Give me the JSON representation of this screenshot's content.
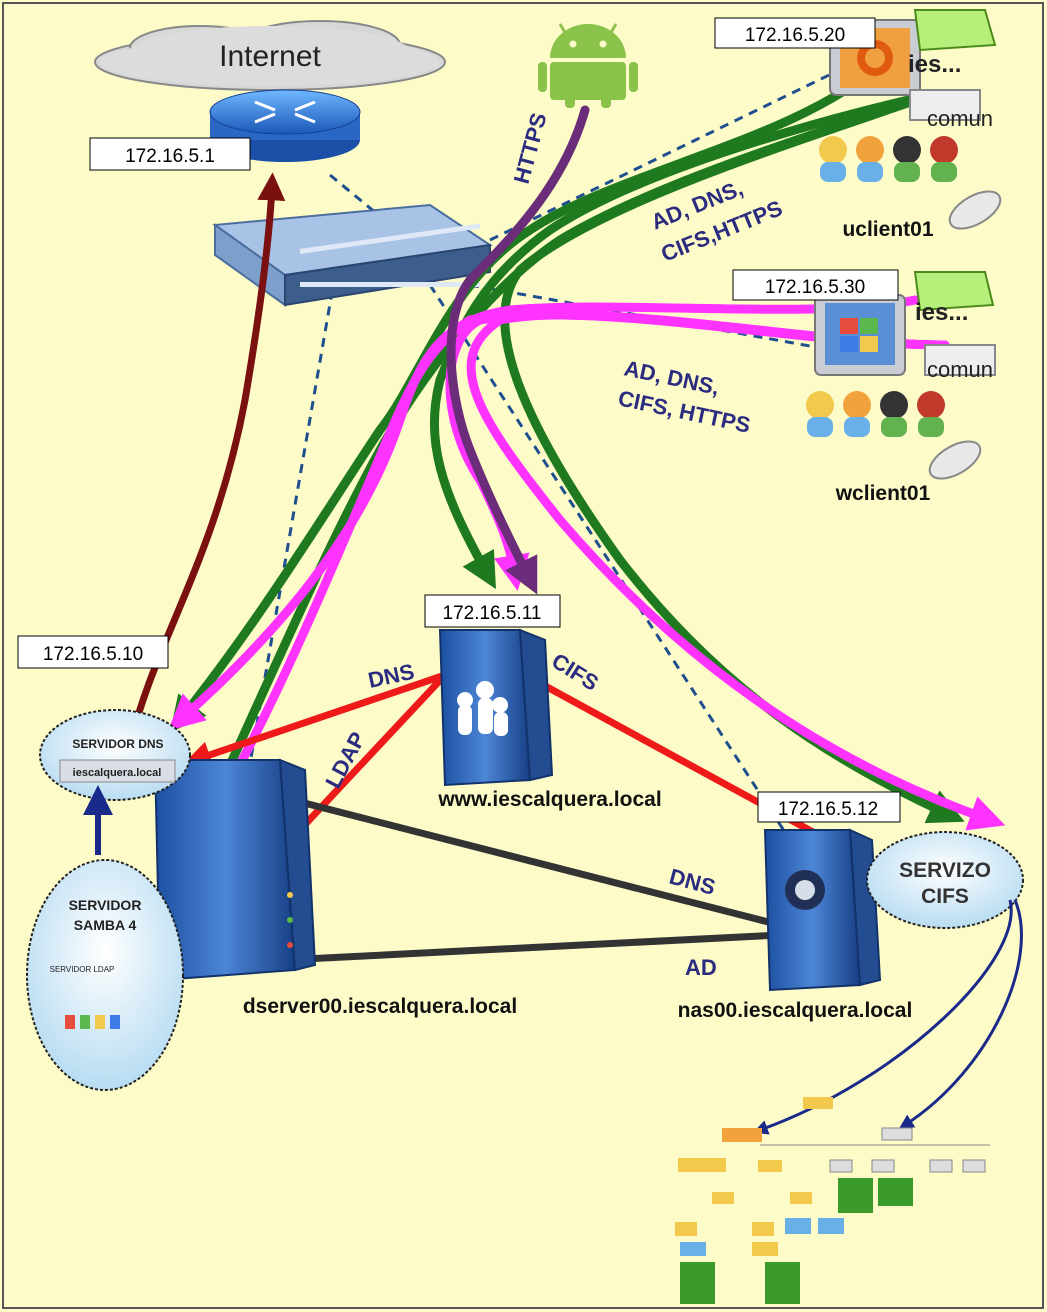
{
  "internet": {
    "label": "Internet",
    "ip": "172.16.5.1"
  },
  "protocols": {
    "https_android": "HTTPS",
    "uclient_services_1": "AD, DNS,",
    "uclient_services_2": "CIFS,HTTPS",
    "wclient_services_1": "AD, DNS,",
    "wclient_services_2": "CIFS, HTTPS",
    "dns_to_dserver": "DNS",
    "cifs_to_nas": "CIFS",
    "ldap": "LDAP",
    "dns_nas_dserver": "DNS",
    "ad_nas_dserver": "AD"
  },
  "uclient": {
    "ip": "172.16.5.20",
    "name": "uclient01",
    "folder1": "ies...",
    "folder2": "comun"
  },
  "wclient": {
    "ip": "172.16.5.30",
    "name": "wclient01",
    "folder1": "ies...",
    "folder2": "comun"
  },
  "www": {
    "ip": "172.16.5.11",
    "name": "www.iescalquera.local"
  },
  "dserver": {
    "ip": "172.16.5.10",
    "name": "dserver00.iescalquera.local",
    "dns_cloud_1": "SERVIDOR DNS",
    "dns_cloud_2": "iescalquera.local",
    "samba_1": "SERVIDOR",
    "samba_2": "SAMBA 4",
    "ldap_cloud": "SERVIDOR LDAP"
  },
  "nas": {
    "ip": "172.16.5.12",
    "name": "nas00.iescalquera.local",
    "cifs_1": "SERVIZO",
    "cifs_2": "CIFS"
  },
  "colors": {
    "background": "#fdfcc8",
    "green": "#1f7a1f",
    "magenta": "#ff33ff",
    "purple": "#6b2c7a",
    "red": "#ee1a1a",
    "darkred": "#7a1010",
    "dark": "#333333",
    "navy": "#1a2a8a",
    "dashed": "#1f4f8f"
  }
}
